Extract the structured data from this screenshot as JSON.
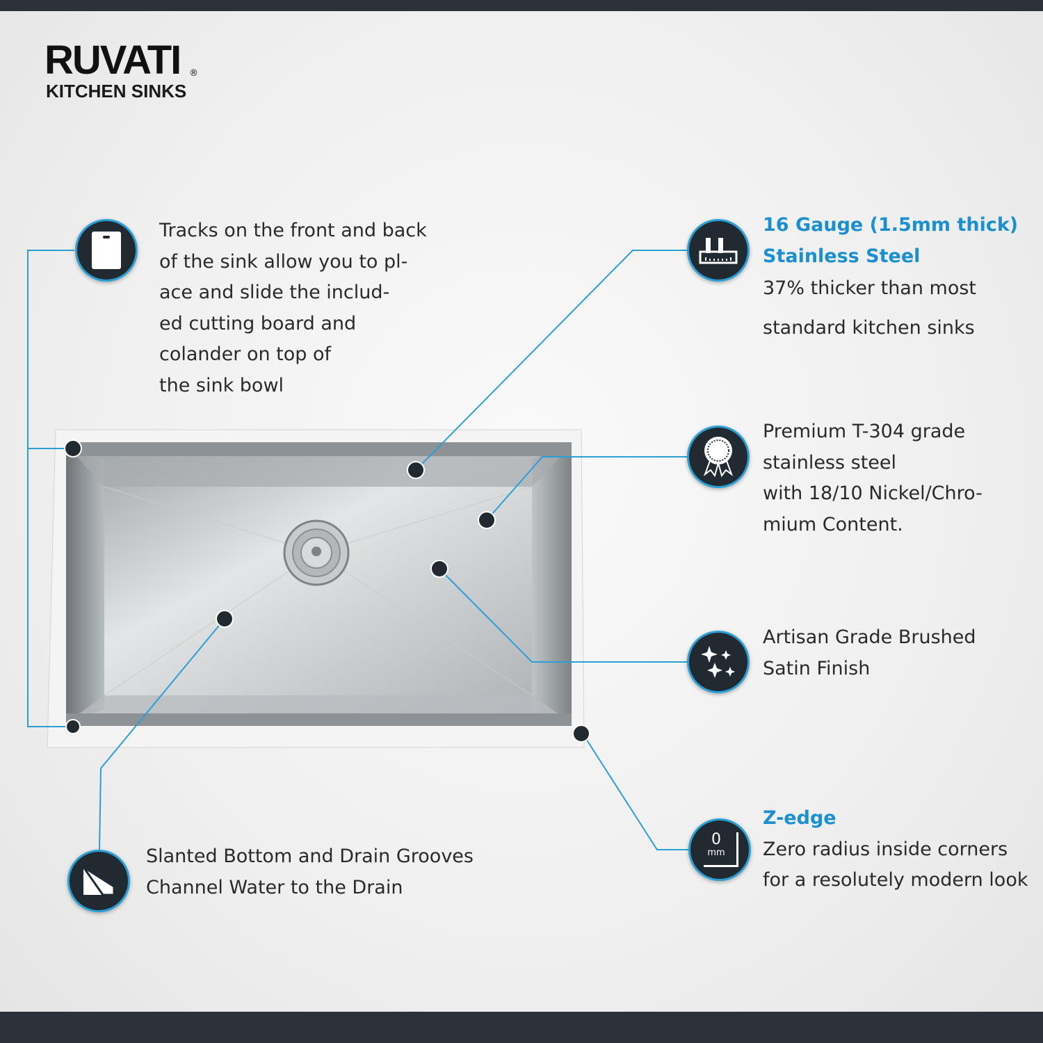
{
  "brand": {
    "name": "RUVATI",
    "registered": "®",
    "tagline": "KITCHEN SINKS"
  },
  "features": {
    "tracks": {
      "icon": "cutting-board-icon",
      "lines": [
        "Tracks on the front and back",
        "of the sink allow you to pl-",
        "ace and slide the includ-",
        "ed cutting board and",
        "colander on top of",
        "the sink bowl"
      ]
    },
    "gauge": {
      "icon": "ruler-thickness-icon",
      "title_lines": [
        "16 Gauge (1.5mm thick)",
        "Stainless Steel"
      ],
      "lines": [
        "37% thicker than most",
        "standard kitchen sinks"
      ]
    },
    "premium": {
      "icon": "award-ribbon-icon",
      "lines": [
        "Premium T-304 grade",
        "stainless steel",
        "with 18/10 Nickel/Chro-",
        "mium Content."
      ]
    },
    "finish": {
      "icon": "sparkles-icon",
      "lines": [
        "Artisan Grade Brushed",
        "Satin Finish"
      ]
    },
    "zedge": {
      "icon": "zero-radius-corner-icon",
      "icon_value": "0",
      "icon_unit": "mm",
      "title": "Z-edge",
      "lines": [
        "Zero radius inside corners",
        "for a resolutely modern look"
      ]
    },
    "slanted": {
      "icon": "slanted-bottom-icon",
      "lines": [
        "Slanted Bottom and Drain Grooves",
        "Channel Water to the Drain"
      ]
    }
  },
  "colors": {
    "accent": "#1b8fd0",
    "line": "#2a9fd6",
    "dark": "#212a31",
    "bar": "#2b3238"
  }
}
